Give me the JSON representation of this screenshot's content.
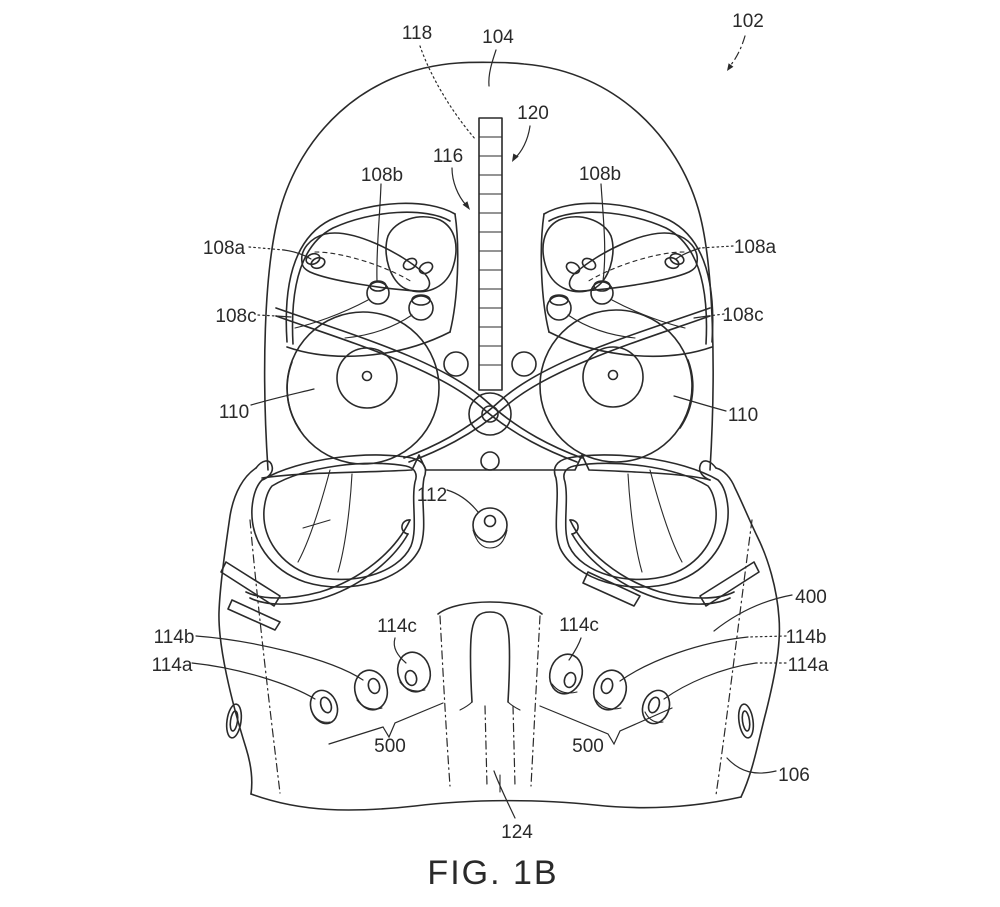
{
  "figure": {
    "caption": "FIG. 1B",
    "colors": {
      "background": "#ffffff",
      "line": "#2a2a2a"
    },
    "labels": {
      "l102": "102",
      "l118": "118",
      "l104": "104",
      "l120": "120",
      "l116": "116",
      "l108b_left": "108b",
      "l108b_right": "108b",
      "l108a_left": "108a",
      "l108a_right": "108a",
      "l108c_left": "108c",
      "l108c_right": "108c",
      "l110_left": "110",
      "l110_right": "110",
      "l112": "112",
      "l400": "400",
      "l114b_left": "114b",
      "l114a_left": "114a",
      "l114c_left": "114c",
      "l114c_right": "114c",
      "l114b_right": "114b",
      "l114a_right": "114a",
      "l500_left": "500",
      "l500_right": "500",
      "l106": "106",
      "l124": "124"
    }
  }
}
